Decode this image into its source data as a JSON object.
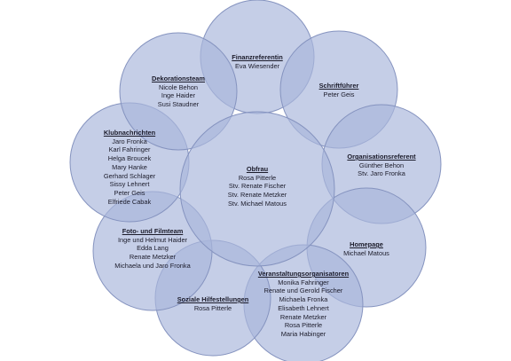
{
  "diagram": {
    "center": {
      "title": "Obfrau",
      "members": [
        "Rosa Pitterle",
        "Stv. Renate Fischer",
        "Stv. Renate Metzker",
        "Stv. Michael Matous"
      ]
    },
    "nodes": [
      {
        "id": "finanz",
        "title": "Finanzreferentin",
        "members": [
          "Eva Wiesender"
        ]
      },
      {
        "id": "schrift",
        "title": "Schriftführer",
        "members": [
          "Peter Geis"
        ]
      },
      {
        "id": "organisation",
        "title": "Organisationsreferent",
        "members": [
          "Günther Behon",
          "Stv. Jaro Fronka"
        ]
      },
      {
        "id": "homepage",
        "title": "Homepage",
        "members": [
          "Michael Matous"
        ]
      },
      {
        "id": "veranstaltung",
        "title": "Veranstaltungsorganisatoren",
        "members": [
          "Monika Fahringer",
          "Renate und Gerold Fischer",
          "Michaela Fronka",
          "Elisabeth Lehnert",
          "Renate Metzker",
          "Rosa Pitterle",
          "Maria Habinger"
        ]
      },
      {
        "id": "sozial",
        "title": "Soziale Hilfestellungen",
        "members": [
          "Rosa Pitterle"
        ]
      },
      {
        "id": "foto",
        "title": "Foto- und Filmteam",
        "members": [
          "Inge und Helmut Haider",
          "Edda Lang",
          "Renate Metzker",
          "Michaela und Jaro Fronka"
        ]
      },
      {
        "id": "klub",
        "title": "Klubnachrichten",
        "members": [
          "Jaro Fronka",
          "Karl Fahringer",
          "Helga Broucek",
          "Mary Hanke",
          "Gerhard Schlager",
          "Sissy Lehnert",
          "Peter Geis",
          "Elfriede Cabak"
        ]
      },
      {
        "id": "deko",
        "title": "Dekorationsteam",
        "members": [
          "Nicole Behon",
          "Inge Haider",
          "Susi Staudner"
        ]
      }
    ]
  }
}
